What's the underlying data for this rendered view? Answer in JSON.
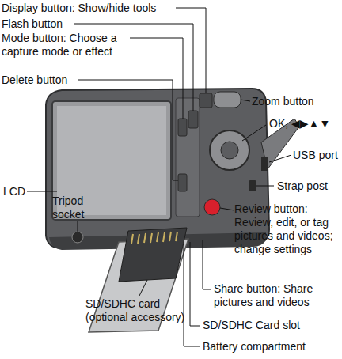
{
  "diagram": {
    "labels": [
      "Display button: Show/hide tools",
      "Flash button",
      "Mode button: Choose a capture mode or effect",
      "Delete button",
      "Zoom button",
      "OK, ◀▶▲▼",
      "USB port",
      "LCD",
      "Strap post",
      "Tripod socket",
      "Review button: Review, edit, or tag pictures and videos; change settings",
      "Share button: Share pictures and videos",
      "SD/SDHC card (optional accessory)",
      "SD/SDHC Card slot",
      "Battery compartment"
    ]
  }
}
